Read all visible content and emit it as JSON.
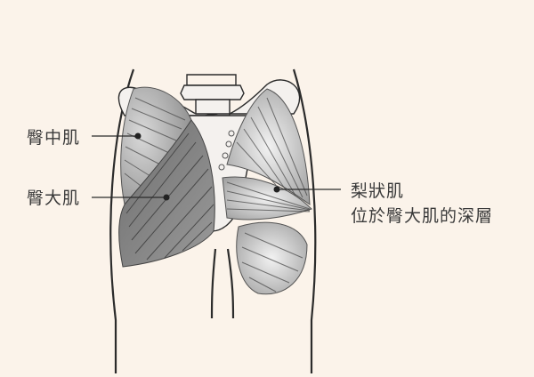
{
  "diagram": {
    "subject": "gluteal muscles posterior view",
    "background_color": "#fbf3ea",
    "line_color": "#2b2b2b",
    "labels": {
      "gluteus_medius": "臀中肌",
      "gluteus_maximus": "臀大肌",
      "piriformis_line1": "梨狀肌",
      "piriformis_line2": "位於臀大肌的深層"
    }
  }
}
